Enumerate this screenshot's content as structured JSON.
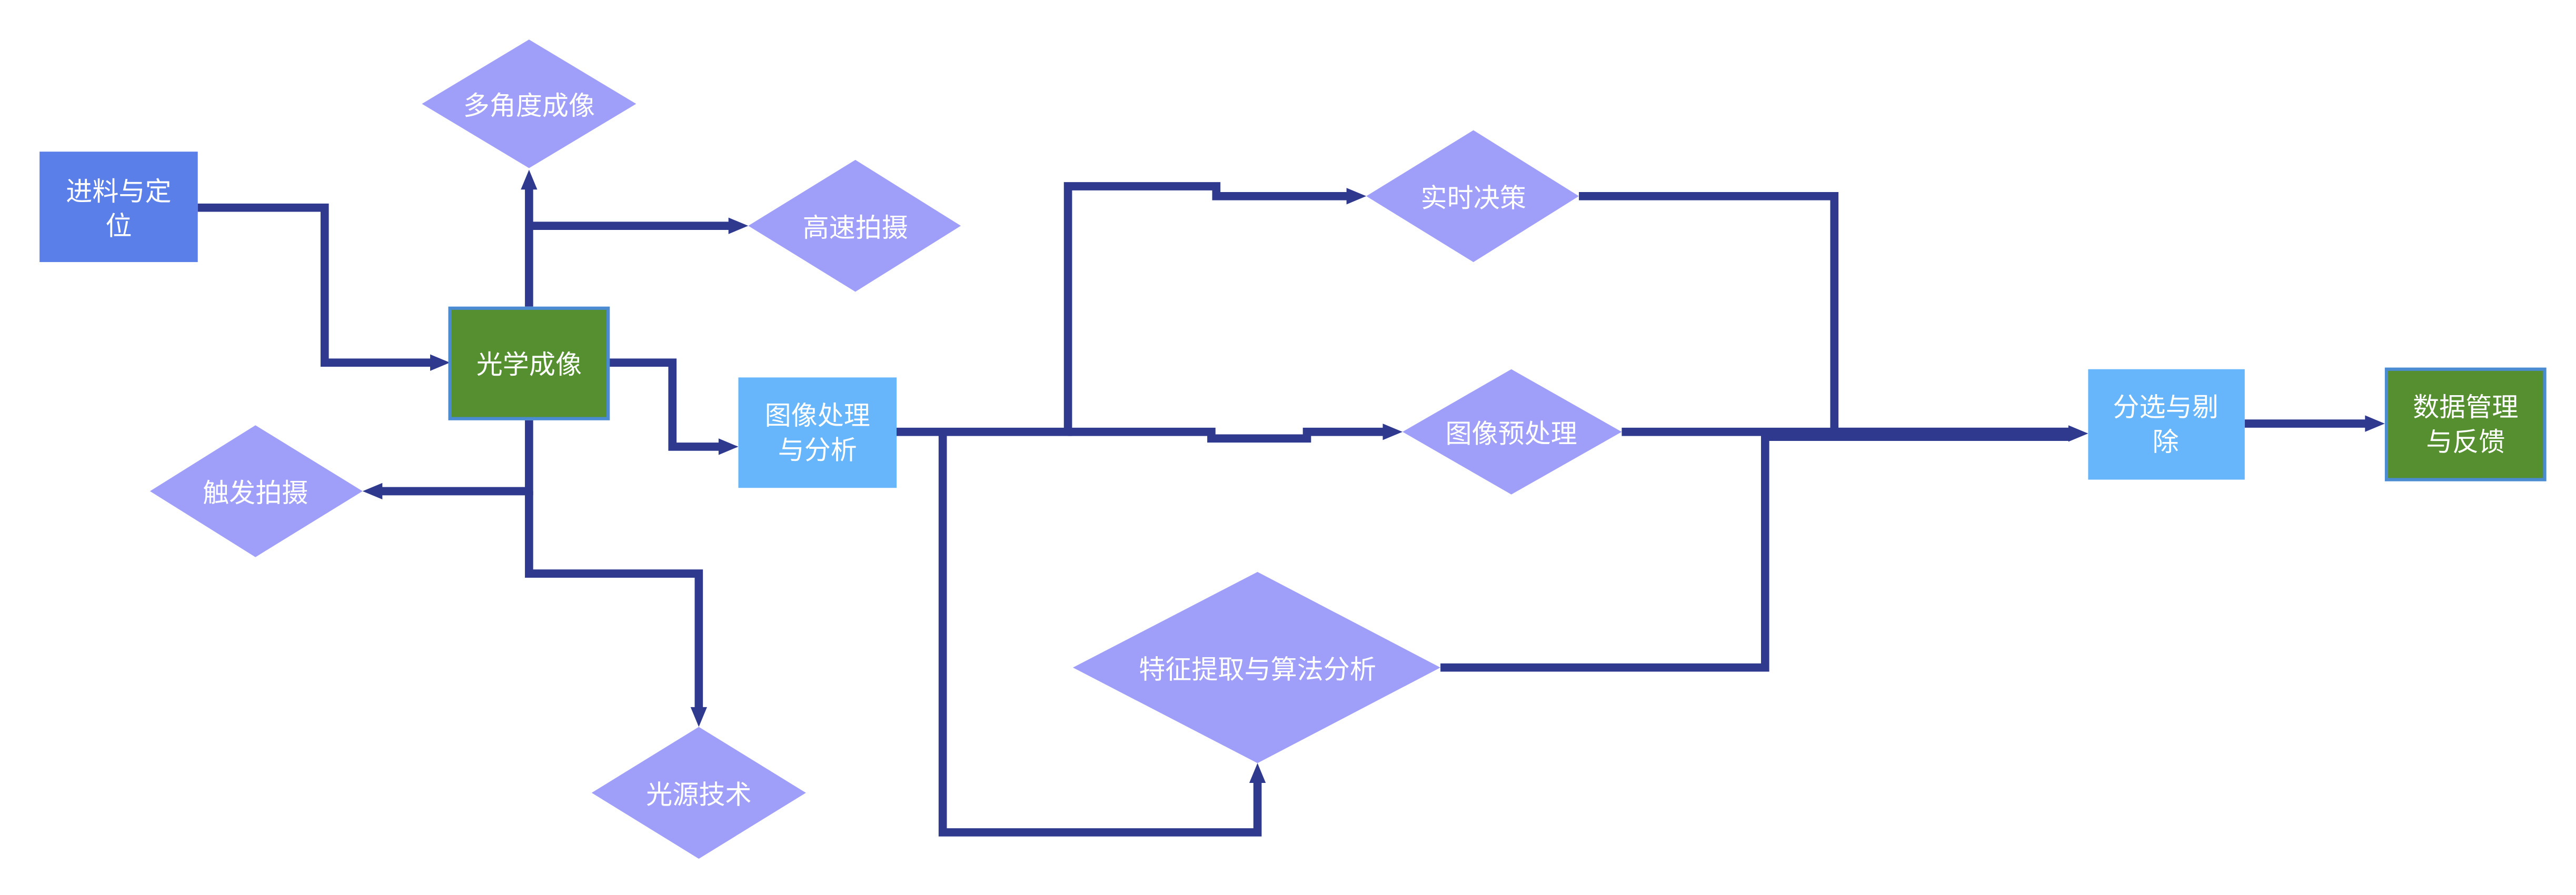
{
  "colors": {
    "rect_dark_blue": "#5b7fe8",
    "rect_green": "#568f2f",
    "rect_green_border": "#4a8bd1",
    "rect_light_blue": "#67b5fb",
    "diamond": "#9f9ef9",
    "edge": "#2f3a8f"
  },
  "nodes": {
    "feed": {
      "line1": "进料与定",
      "line2": "位"
    },
    "optical": {
      "label": "光学成像"
    },
    "multi_angle": {
      "label": "多角度成像"
    },
    "high_speed": {
      "label": "高速拍摄"
    },
    "trigger": {
      "label": "触发拍摄"
    },
    "light_source": {
      "label": "光源技术"
    },
    "image_proc": {
      "line1": "图像处理",
      "line2": "与分析"
    },
    "realtime": {
      "label": "实时决策"
    },
    "preproc": {
      "label": "图像预处理"
    },
    "feature": {
      "label": "特征提取与算法分析"
    },
    "sorting": {
      "line1": "分选与剔",
      "line2": "除"
    },
    "data_mgmt": {
      "line1": "数据管理",
      "line2": "与反馈"
    }
  }
}
